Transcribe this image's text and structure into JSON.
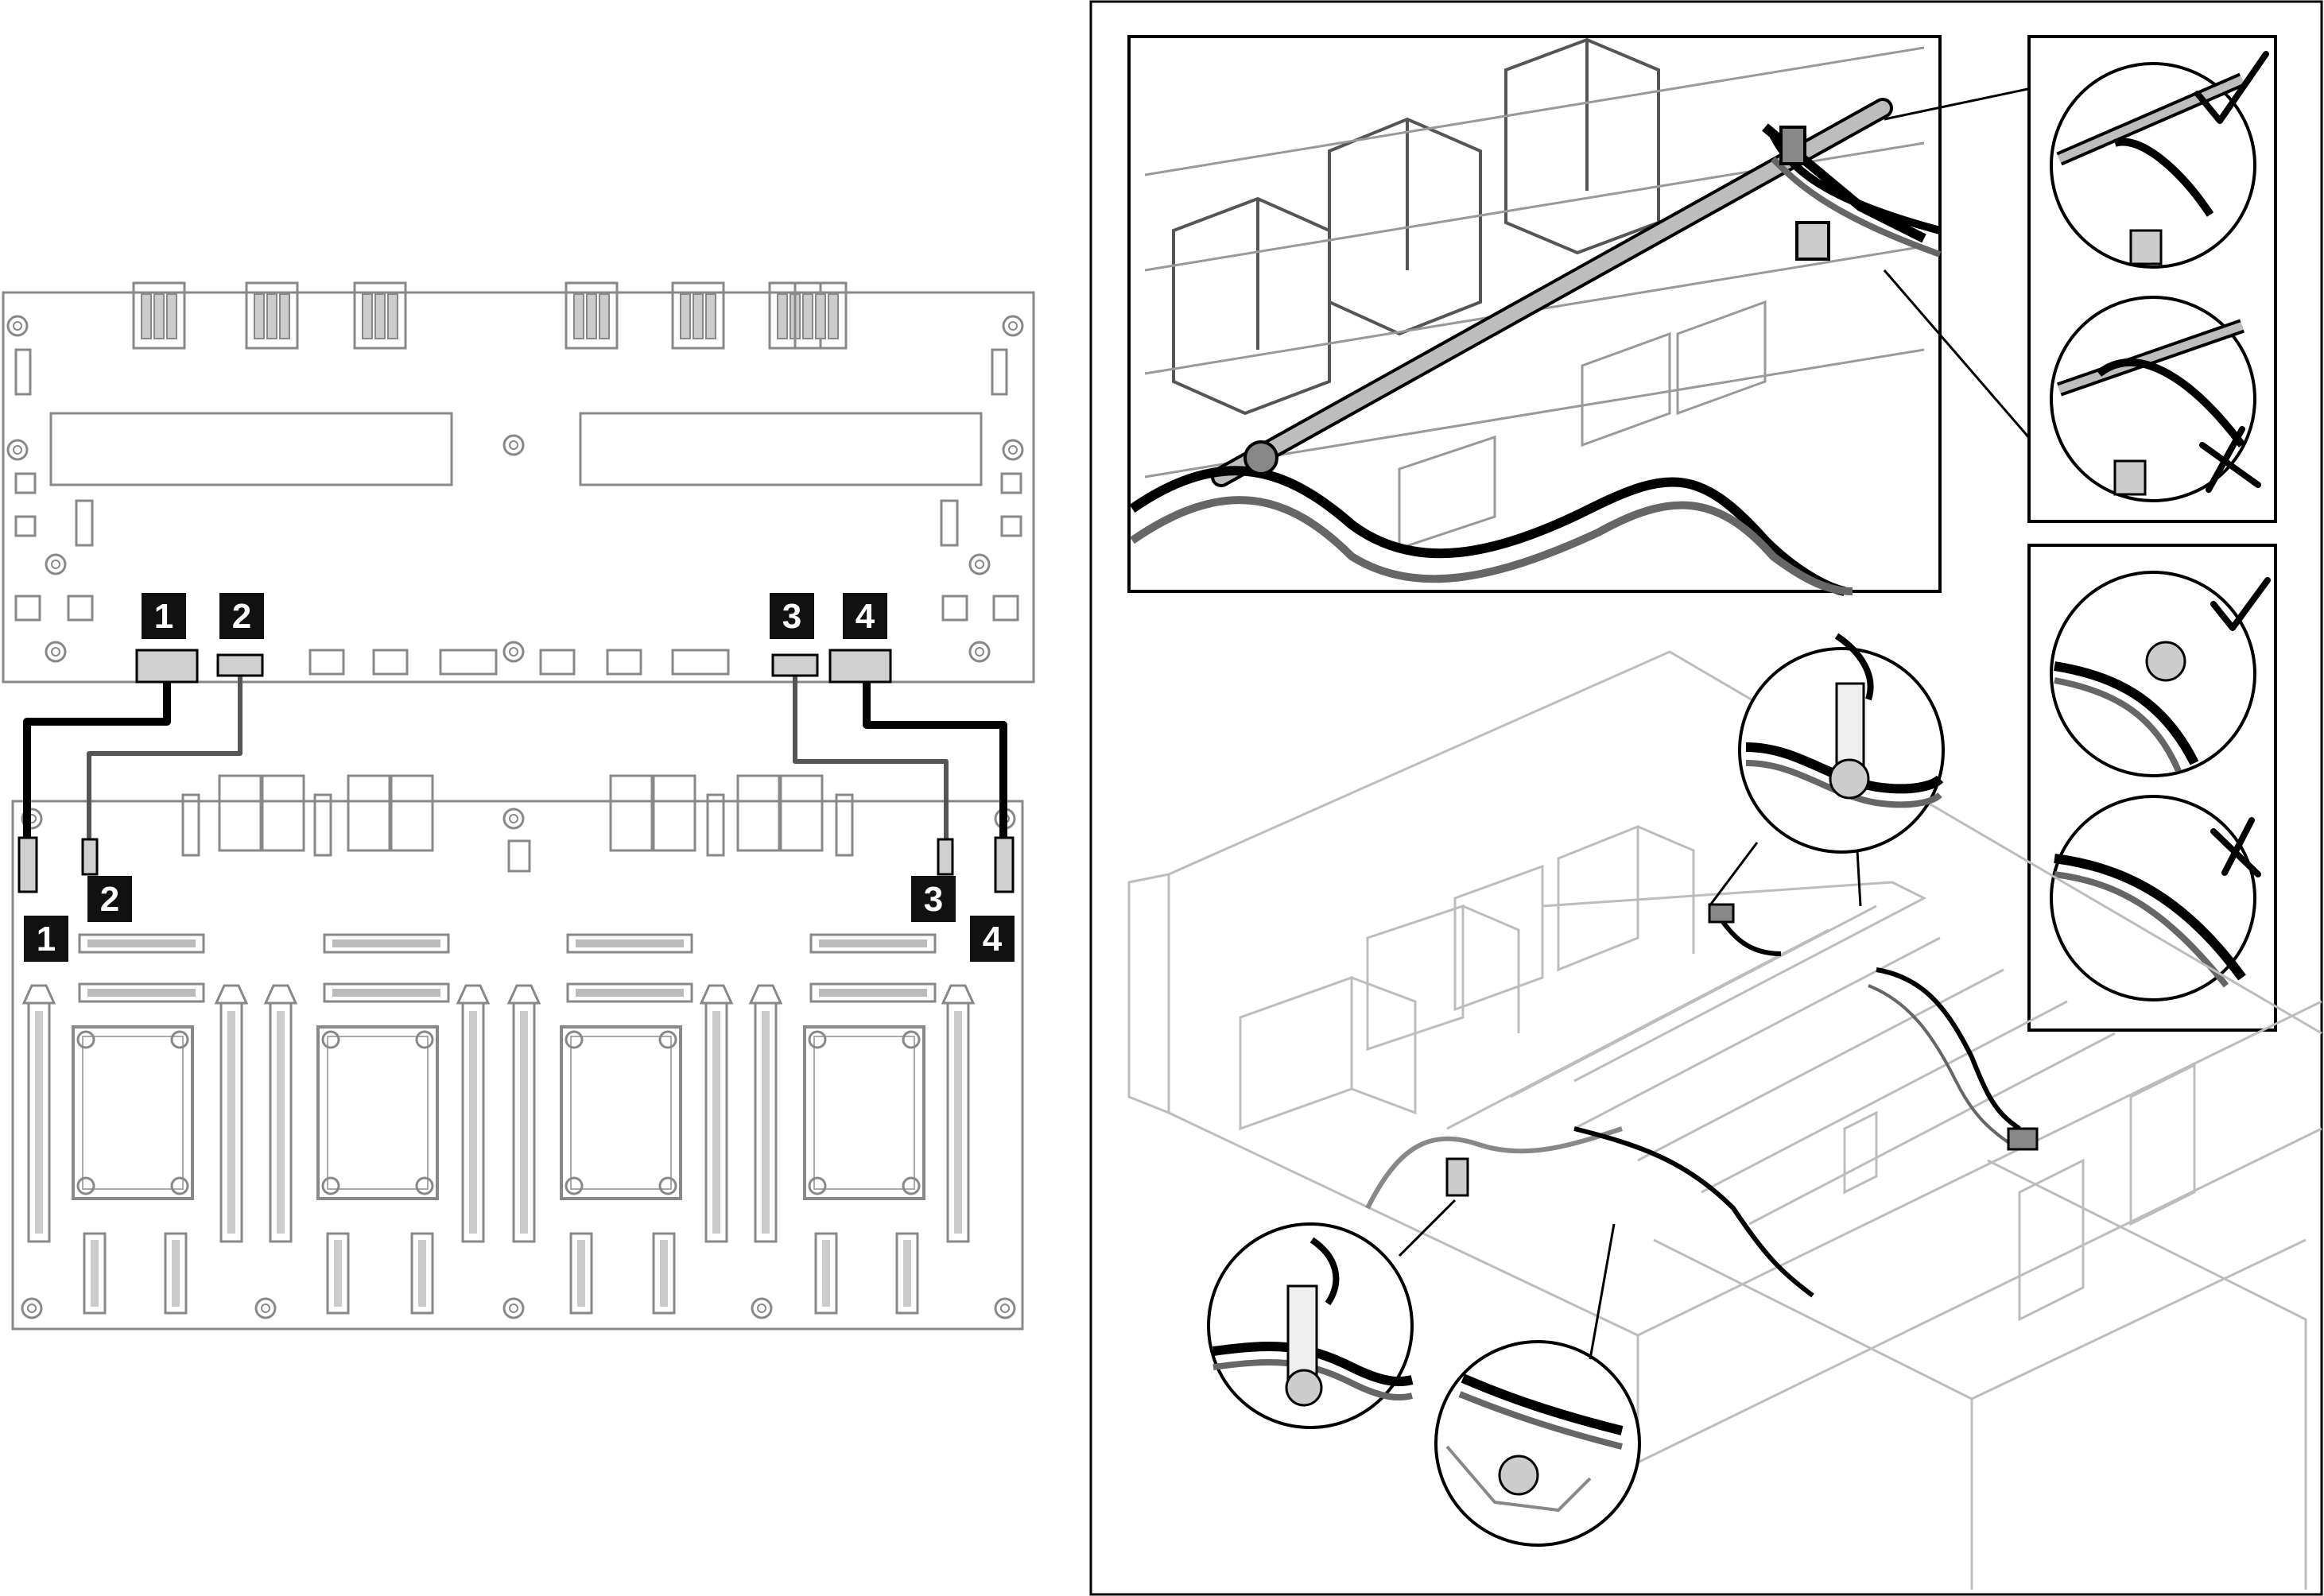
{
  "callouts": [
    {
      "id": "1",
      "label": "1"
    },
    {
      "id": "2",
      "label": "2"
    },
    {
      "id": "3",
      "label": "3"
    },
    {
      "id": "4",
      "label": "4"
    }
  ],
  "marks": {
    "correct_icon": "check-mark-icon",
    "incorrect_icon": "x-mark-icon"
  },
  "colors": {
    "line": "#888888",
    "dark": "#000000",
    "light": "#bdbdbd",
    "callout_bg": "#111111",
    "connector_fill": "#cfcfcf"
  }
}
